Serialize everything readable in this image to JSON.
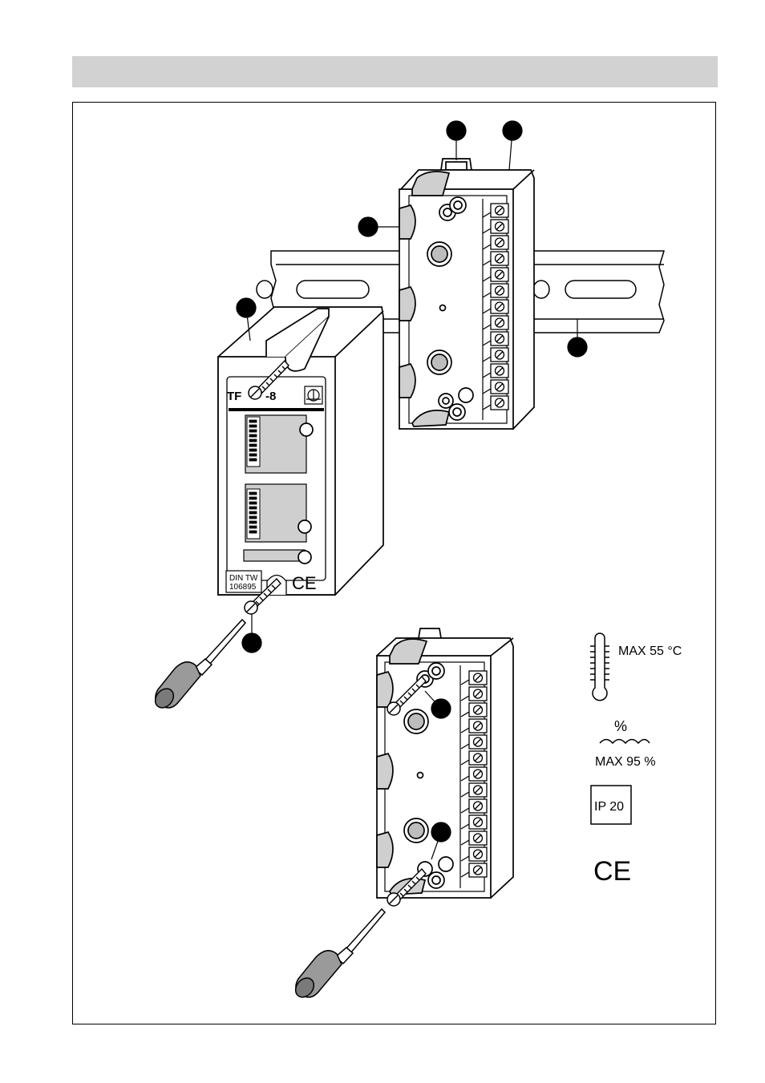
{
  "module": {
    "model_left": "TF",
    "model_right": "-8",
    "cert_line1": "DIN TW",
    "cert_line2": "106895",
    "ce_mark": "CE"
  },
  "specs": {
    "temperature_label": "MAX 55 °C",
    "humidity_symbol": "%",
    "humidity_label": "MAX 95 %",
    "ip_rating": "IP 20",
    "ce_mark": "CE"
  },
  "icons": [
    "thermometer-icon",
    "humidity-icon",
    "ip-rating-box",
    "ce-mark"
  ],
  "colors": {
    "header_bar": "#d2d2d2",
    "shade": "#cfcfcf",
    "handle": "#9a9a9a",
    "ink": "#000000"
  }
}
